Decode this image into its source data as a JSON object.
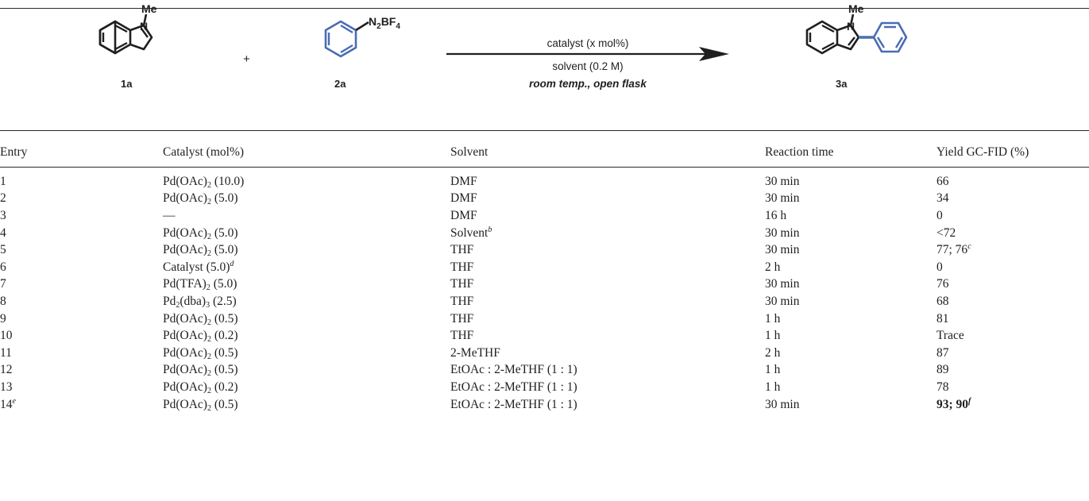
{
  "scheme": {
    "reactant1": {
      "label": "1a",
      "substituent": "Me",
      "heteroatom": "N"
    },
    "plus": "+",
    "reactant2": {
      "label": "2a",
      "group_main": "N",
      "group_sub1": "2",
      "group_mid": "BF",
      "group_sub2": "4"
    },
    "conditions": {
      "line1": "catalyst (x mol%)",
      "line2": "solvent (0.2 M)",
      "line3": "room temp., open flask"
    },
    "product": {
      "label": "3a",
      "substituent": "Me",
      "heteroatom": "N"
    }
  },
  "table": {
    "headers": [
      "Entry",
      "Catalyst (mol%)",
      "Solvent",
      "Reaction time",
      "Yield GC-FID (%)"
    ],
    "rows": [
      {
        "entry": "1",
        "entry_sup": "",
        "cat_main": "Pd(OAc)",
        "cat_sub": "2",
        "cat_sub2": "",
        "cat_rest": " (10.0)",
        "cat_sup": "",
        "solvent": "DMF",
        "solvent_sup": "",
        "time": "30 min",
        "yield": "66",
        "yield_sup": "",
        "bold": false
      },
      {
        "entry": "2",
        "entry_sup": "",
        "cat_main": "Pd(OAc)",
        "cat_sub": "2",
        "cat_sub2": "",
        "cat_rest": " (5.0)",
        "cat_sup": "",
        "solvent": "DMF",
        "solvent_sup": "",
        "time": "30 min",
        "yield": "34",
        "yield_sup": "",
        "bold": false
      },
      {
        "entry": "3",
        "entry_sup": "",
        "cat_main": "—",
        "cat_sub": "",
        "cat_sub2": "",
        "cat_rest": "",
        "cat_sup": "",
        "solvent": "DMF",
        "solvent_sup": "",
        "time": "16 h",
        "yield": "0",
        "yield_sup": "",
        "bold": false
      },
      {
        "entry": "4",
        "entry_sup": "",
        "cat_main": "Pd(OAc)",
        "cat_sub": "2",
        "cat_sub2": "",
        "cat_rest": " (5.0)",
        "cat_sup": "",
        "solvent": "Solvent",
        "solvent_sup": "b",
        "time": "30 min",
        "yield": "<72",
        "yield_sup": "",
        "bold": false
      },
      {
        "entry": "5",
        "entry_sup": "",
        "cat_main": "Pd(OAc)",
        "cat_sub": "2",
        "cat_sub2": "",
        "cat_rest": " (5.0)",
        "cat_sup": "",
        "solvent": "THF",
        "solvent_sup": "",
        "time": "30 min",
        "yield": "77; 76",
        "yield_sup": "c",
        "bold": false
      },
      {
        "entry": "6",
        "entry_sup": "",
        "cat_main": "Catalyst (5.0)",
        "cat_sub": "",
        "cat_sub2": "",
        "cat_rest": "",
        "cat_sup": "d",
        "solvent": "THF",
        "solvent_sup": "",
        "time": "2 h",
        "yield": "0",
        "yield_sup": "",
        "bold": false
      },
      {
        "entry": "7",
        "entry_sup": "",
        "cat_main": "Pd(TFA)",
        "cat_sub": "2",
        "cat_sub2": "",
        "cat_rest": " (5.0)",
        "cat_sup": "",
        "solvent": "THF",
        "solvent_sup": "",
        "time": "30 min",
        "yield": "76",
        "yield_sup": "",
        "bold": false
      },
      {
        "entry": "8",
        "entry_sup": "",
        "cat_main": "Pd",
        "cat_sub": "2",
        "cat_mid": "(dba)",
        "cat_sub2": "3",
        "cat_rest": " (2.5)",
        "cat_sup": "",
        "solvent": "THF",
        "solvent_sup": "",
        "time": "30 min",
        "yield": "68",
        "yield_sup": "",
        "bold": false
      },
      {
        "entry": "9",
        "entry_sup": "",
        "cat_main": "Pd(OAc)",
        "cat_sub": "2",
        "cat_sub2": "",
        "cat_rest": " (0.5)",
        "cat_sup": "",
        "solvent": "THF",
        "solvent_sup": "",
        "time": "1 h",
        "yield": "81",
        "yield_sup": "",
        "bold": false
      },
      {
        "entry": "10",
        "entry_sup": "",
        "cat_main": "Pd(OAc)",
        "cat_sub": "2",
        "cat_sub2": "",
        "cat_rest": " (0.2)",
        "cat_sup": "",
        "solvent": "THF",
        "solvent_sup": "",
        "time": "1 h",
        "yield": "Trace",
        "yield_sup": "",
        "bold": false
      },
      {
        "entry": "11",
        "entry_sup": "",
        "cat_main": "Pd(OAc)",
        "cat_sub": "2",
        "cat_sub2": "",
        "cat_rest": " (0.5)",
        "cat_sup": "",
        "solvent": "2-MeTHF",
        "solvent_sup": "",
        "time": "2 h",
        "yield": "87",
        "yield_sup": "",
        "bold": false
      },
      {
        "entry": "12",
        "entry_sup": "",
        "cat_main": "Pd(OAc)",
        "cat_sub": "2",
        "cat_sub2": "",
        "cat_rest": " (0.5)",
        "cat_sup": "",
        "solvent": "EtOAc : 2-MeTHF (1 : 1)",
        "solvent_sup": "",
        "time": "1 h",
        "yield": "89",
        "yield_sup": "",
        "bold": false
      },
      {
        "entry": "13",
        "entry_sup": "",
        "cat_main": "Pd(OAc)",
        "cat_sub": "2",
        "cat_sub2": "",
        "cat_rest": " (0.2)",
        "cat_sup": "",
        "solvent": "EtOAc : 2-MeTHF (1 : 1)",
        "solvent_sup": "",
        "time": "1 h",
        "yield": "78",
        "yield_sup": "",
        "bold": false
      },
      {
        "entry": "14",
        "entry_sup": "e",
        "cat_main": "Pd(OAc)",
        "cat_sub": "2",
        "cat_sub2": "",
        "cat_rest": " (0.5)",
        "cat_sup": "",
        "solvent": "EtOAc : 2-MeTHF (1 : 1)",
        "solvent_sup": "",
        "time": "30 min",
        "yield": "93; 90",
        "yield_sup": "f",
        "bold": true
      }
    ]
  },
  "colors": {
    "scheme_blue": "#4a6cb3",
    "ink": "#1f1f1f"
  }
}
